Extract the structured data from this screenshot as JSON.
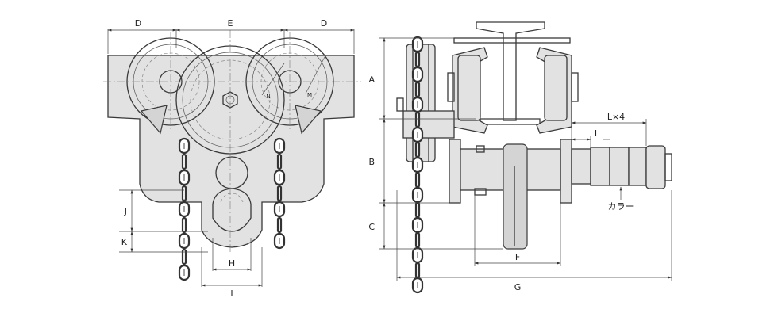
{
  "front_view": {
    "dimensions": {
      "d_left": "D",
      "e": "E",
      "d_right": "D",
      "h": "H",
      "i": "I",
      "j": "J",
      "k": "K"
    },
    "wheel_marks": {
      "n": "N",
      "m": "M"
    }
  },
  "side_view": {
    "dimensions": {
      "a": "A",
      "b": "B",
      "c": "C",
      "f": "F",
      "g": "G",
      "l_times_4": "L×4",
      "l": "L"
    },
    "collar_label": "カラー"
  }
}
